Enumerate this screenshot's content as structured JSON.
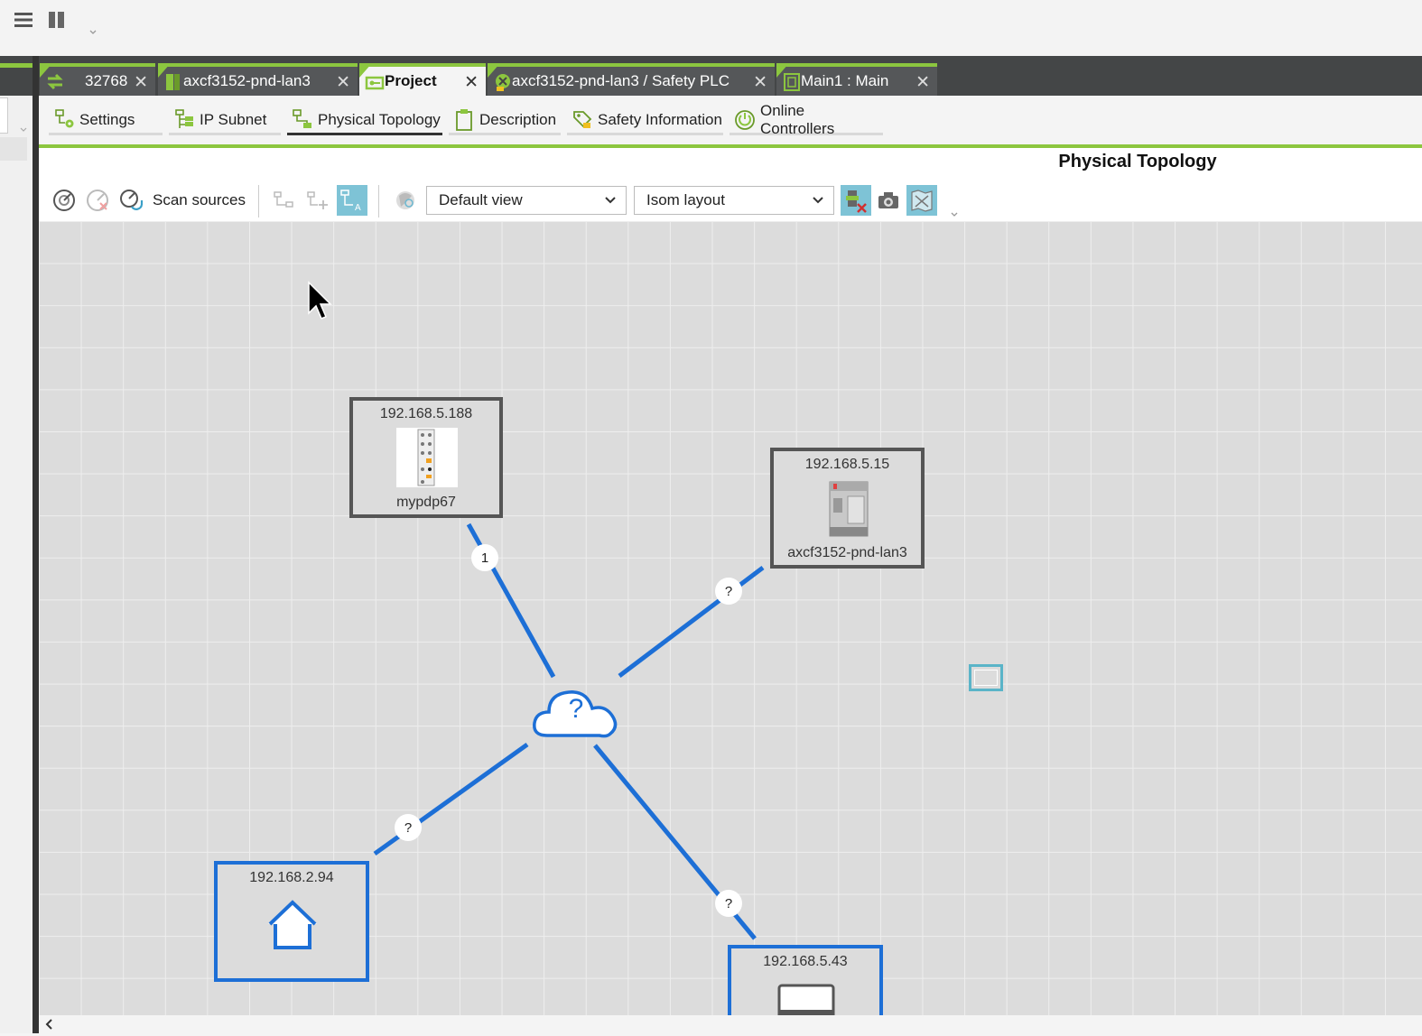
{
  "tabs": [
    {
      "label": "32768",
      "icon": "transfer-icon"
    },
    {
      "label": "axcf3152-pnd-lan3",
      "icon": "controller-icon"
    },
    {
      "label": "Project",
      "icon": "project-key-icon",
      "active": true
    },
    {
      "label": "axcf3152-pnd-lan3 / Safety PLC",
      "icon": "safety-plc-icon"
    },
    {
      "label": "Main1 : Main",
      "icon": "program-icon"
    }
  ],
  "subtabs": [
    {
      "label": "Settings"
    },
    {
      "label": "IP Subnet"
    },
    {
      "label": "Physical Topology",
      "active": true
    },
    {
      "label": "Description"
    },
    {
      "label": "Safety Information"
    },
    {
      "label": "Online Controllers"
    }
  ],
  "editor": {
    "title": "Physical Topology",
    "scan_sources_label": "Scan sources",
    "view_select": "Default view",
    "layout_select": "Isom layout"
  },
  "topology": {
    "cloud_label": "?",
    "nodes": [
      {
        "ip": "192.168.5.188",
        "name": "mypdp67",
        "style": "gray",
        "link_label": "1"
      },
      {
        "ip": "192.168.5.15",
        "name": "axcf3152-pnd-lan3",
        "style": "gray",
        "link_label": "?"
      },
      {
        "ip": "192.168.2.94",
        "name": "",
        "style": "blue",
        "icon": "home-icon",
        "link_label": "?"
      },
      {
        "ip": "192.168.5.43",
        "name": "",
        "style": "blue",
        "icon": "monitor-icon",
        "link_label": "?"
      }
    ]
  },
  "colors": {
    "accent_green": "#8cc63f",
    "link_blue": "#1d6fd6",
    "node_border": "#555555"
  }
}
